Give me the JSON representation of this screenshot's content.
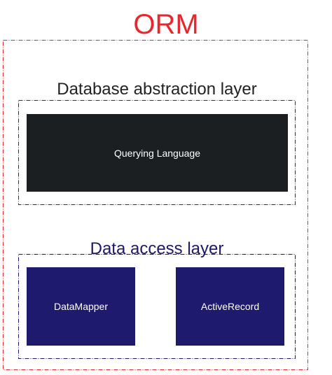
{
  "orm": {
    "title": "ORM",
    "color": "#e8262b"
  },
  "database_abstraction_layer": {
    "title": "Database abstraction layer",
    "components": [
      {
        "label": "Querying Language",
        "color": "#1c1f22"
      }
    ]
  },
  "data_access_layer": {
    "title": "Data access layer",
    "title_color": "#1c1968",
    "components": [
      {
        "label": "DataMapper",
        "color": "#1e1a6e"
      },
      {
        "label": "ActiveRecord",
        "color": "#1e1a6e"
      }
    ]
  }
}
